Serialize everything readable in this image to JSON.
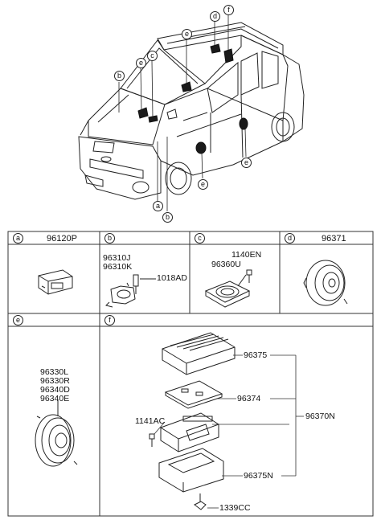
{
  "callouts": {
    "car": [
      "b",
      "e",
      "c",
      "e",
      "d",
      "f",
      "e",
      "e",
      "a",
      "b"
    ]
  },
  "table": {
    "row1": [
      {
        "letter": "a",
        "part": "96120P"
      },
      {
        "letter": "b",
        "part": ""
      },
      {
        "letter": "c",
        "part": ""
      },
      {
        "letter": "d",
        "part": "96371"
      }
    ],
    "cell_b": {
      "codes": [
        "96310J",
        "96310K"
      ],
      "bolt": "1018AD"
    },
    "cell_c": {
      "bolt": "1140EN",
      "code": "96360U"
    },
    "cell_e": {
      "letter": "e",
      "codes": [
        "96330L",
        "96330R",
        "96340D",
        "96340E"
      ]
    },
    "cell_f": {
      "letter": "f",
      "amp_case": "96375",
      "board": "96374",
      "assembly": "96370N",
      "screw": "1141AC",
      "bracket": "96375N",
      "nut": "1339CC"
    }
  }
}
